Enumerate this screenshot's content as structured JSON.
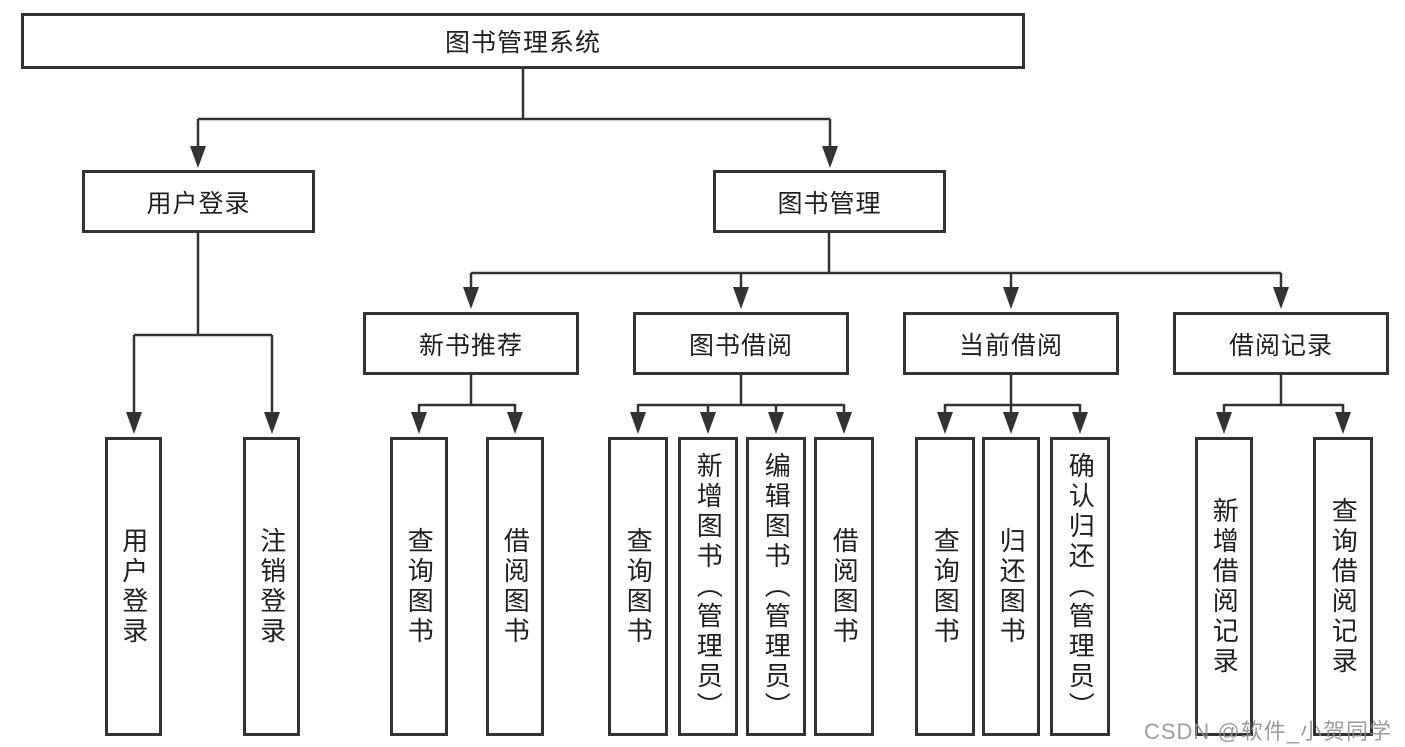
{
  "diagram": {
    "root": {
      "label": "图书管理系统"
    },
    "branches": [
      {
        "label": "用户登录",
        "children": [
          {
            "label": "用户登录"
          },
          {
            "label": "注销登录"
          }
        ]
      },
      {
        "label": "图书管理",
        "children": [
          {
            "label": "新书推荐",
            "children": [
              {
                "label": "查询图书"
              },
              {
                "label": "借阅图书"
              }
            ]
          },
          {
            "label": "图书借阅",
            "children": [
              {
                "label": "查询图书"
              },
              {
                "label": "新增图书（管理员）"
              },
              {
                "label": "编辑图书（管理员）"
              },
              {
                "label": "借阅图书"
              }
            ]
          },
          {
            "label": "当前借阅",
            "children": [
              {
                "label": "查询图书"
              },
              {
                "label": "归还图书"
              },
              {
                "label": "确认归还（管理员）"
              }
            ]
          },
          {
            "label": "借阅记录",
            "children": [
              {
                "label": "新增借阅记录"
              },
              {
                "label": "查询借阅记录"
              }
            ]
          }
        ]
      }
    ]
  },
  "watermark": {
    "text": "CSDN @软件_小贺同学"
  },
  "colors": {
    "line": "#333333",
    "text": "#1f1f1f",
    "background": "#ffffff",
    "watermark": "#8c8c8c"
  }
}
